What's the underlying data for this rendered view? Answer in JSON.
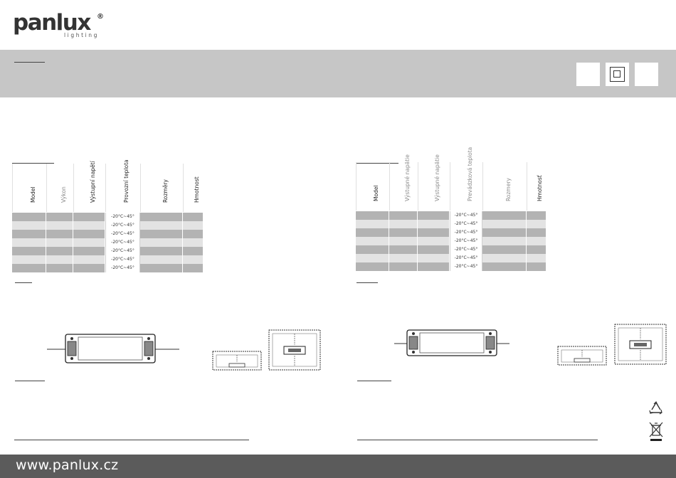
{
  "brand": {
    "name": "panlux",
    "tagline": "lighting",
    "registered": "®"
  },
  "certifications": [
    {
      "icon": "blank-mark-icon"
    },
    {
      "icon": "class-ii-double-insulation-icon"
    },
    {
      "icon": "blank-mark-icon"
    }
  ],
  "left_table": {
    "headers": [
      "Model",
      "Výkon",
      "Výstupní napětí",
      "Provozní teplota",
      "Rozměry",
      "Hmotnost"
    ],
    "temperatures": [
      "-20°C~45°",
      "-20°C~45°",
      "-20°C~45°",
      "-20°C~45°",
      "-20°C~45°",
      "-20°C~45°",
      "-20°C~45°"
    ]
  },
  "right_table": {
    "headers": [
      "Model",
      "Výstupné napätie",
      "Výstupné napätie",
      "Prevádzková teplota",
      "Rozmery",
      "Hmotnosť"
    ],
    "temperatures": [
      "-20°C~45°",
      "-20°C~45°",
      "-20°C~45°",
      "-20°C~45°",
      "-20°C~45°",
      "-20°C~45°",
      "-20°C~45°"
    ]
  },
  "footer": {
    "url": "www.panlux.cz"
  },
  "disposal_icons": [
    "recycle-icon",
    "weee-crossed-bin-icon"
  ]
}
